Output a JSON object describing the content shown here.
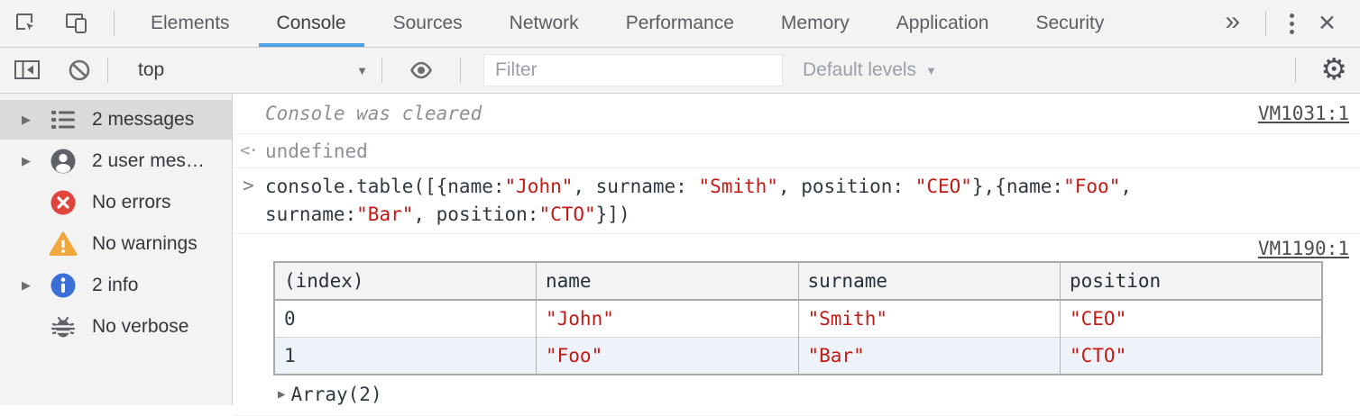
{
  "tabbar": {
    "tabs": [
      "Elements",
      "Console",
      "Sources",
      "Network",
      "Performance",
      "Memory",
      "Application",
      "Security"
    ],
    "active_tab": "Console"
  },
  "toolbar": {
    "context_selector": "top",
    "filter_placeholder": "Filter",
    "levels_label": "Default levels"
  },
  "sidebar": {
    "items": [
      {
        "label": "2 messages",
        "icon": "messages-list-icon",
        "expandable": true,
        "selected": true
      },
      {
        "label": "2 user mes…",
        "icon": "user-icon",
        "expandable": true,
        "selected": false
      },
      {
        "label": "No errors",
        "icon": "error-icon",
        "expandable": false,
        "selected": false
      },
      {
        "label": "No warnings",
        "icon": "warning-icon",
        "expandable": false,
        "selected": false
      },
      {
        "label": "2 info",
        "icon": "info-icon",
        "expandable": true,
        "selected": false
      },
      {
        "label": "No verbose",
        "icon": "verbose-bug-icon",
        "expandable": false,
        "selected": false
      }
    ]
  },
  "console": {
    "cleared_text": "Console was cleared",
    "cleared_link": "VM1031:1",
    "returned_value": "undefined",
    "command_lines": [
      [
        {
          "t": "code",
          "s": "console.table([{name:"
        },
        {
          "t": "string",
          "s": "\"John\""
        },
        {
          "t": "code",
          "s": ", surname: "
        },
        {
          "t": "string",
          "s": "\"Smith\""
        },
        {
          "t": "code",
          "s": ", position: "
        },
        {
          "t": "string",
          "s": "\"CEO\""
        },
        {
          "t": "code",
          "s": "},{name:"
        },
        {
          "t": "string",
          "s": "\"Foo\""
        },
        {
          "t": "code",
          "s": ","
        }
      ],
      [
        {
          "t": "code",
          "s": "surname:"
        },
        {
          "t": "string",
          "s": "\"Bar\""
        },
        {
          "t": "code",
          "s": ", position:"
        },
        {
          "t": "string",
          "s": "\"CTO\""
        },
        {
          "t": "code",
          "s": "}])"
        }
      ]
    ],
    "result_link": "VM1190:1",
    "table": {
      "headers": [
        "(index)",
        "name",
        "surname",
        "position"
      ],
      "rows": [
        {
          "index": "0",
          "cells": [
            "\"John\"",
            "\"Smith\"",
            "\"CEO\""
          ]
        },
        {
          "index": "1",
          "cells": [
            "\"Foo\"",
            "\"Bar\"",
            "\"CTO\""
          ]
        }
      ]
    },
    "array_summary": "Array(2)"
  },
  "icons": {
    "dropdown_arrow": "▼",
    "expand_triangle": "▶",
    "overflow_chevron": "»",
    "close": "✕",
    "gear": "⚙",
    "prompt": ">",
    "return_marker": "<·"
  },
  "colors": {
    "accent_blue": "#4e9fe8",
    "string_red": "#c41a16",
    "error_red": "#e0443c",
    "warning_amber": "#f0a73c",
    "info_blue": "#3b6fd8",
    "toolbar_bg": "#f3f3f3",
    "selected_row_bg": "#dadada"
  }
}
